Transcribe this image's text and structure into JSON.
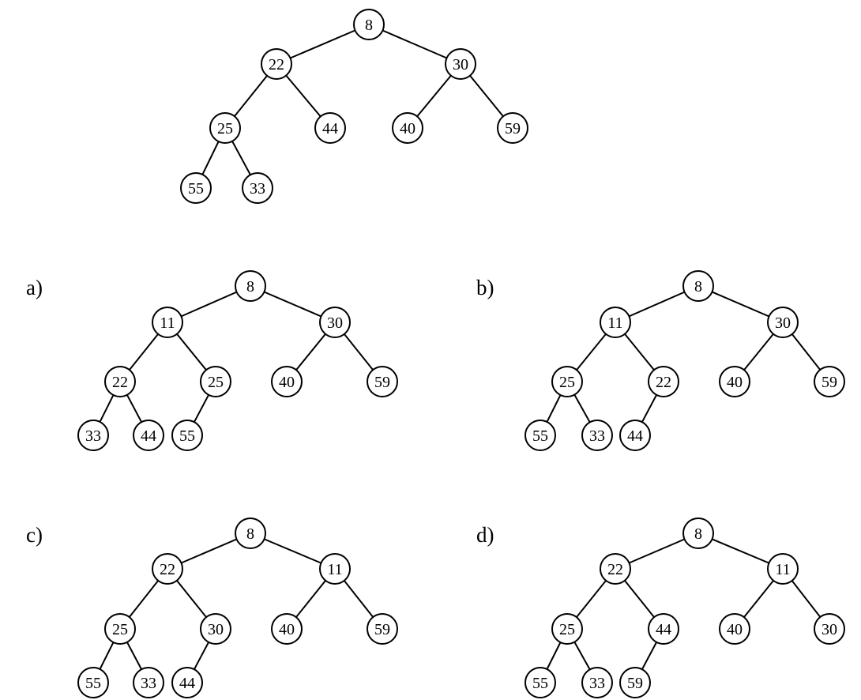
{
  "diagrams": [
    {
      "id": "original",
      "label": "",
      "nodes": [
        {
          "id": "root",
          "value": "8"
        },
        {
          "id": "l",
          "value": "22"
        },
        {
          "id": "r",
          "value": "30"
        },
        {
          "id": "ll",
          "value": "25"
        },
        {
          "id": "lr",
          "value": "44"
        },
        {
          "id": "rl",
          "value": "40"
        },
        {
          "id": "rr",
          "value": "59"
        },
        {
          "id": "lll",
          "value": "55"
        },
        {
          "id": "llr",
          "value": "33"
        }
      ],
      "edges": [
        [
          "root",
          "l"
        ],
        [
          "root",
          "r"
        ],
        [
          "l",
          "ll"
        ],
        [
          "l",
          "lr"
        ],
        [
          "r",
          "rl"
        ],
        [
          "r",
          "rr"
        ],
        [
          "ll",
          "lll"
        ],
        [
          "ll",
          "llr"
        ]
      ]
    },
    {
      "id": "a",
      "label": "a)",
      "nodes": [
        {
          "id": "root",
          "value": "8"
        },
        {
          "id": "l",
          "value": "11"
        },
        {
          "id": "r",
          "value": "30"
        },
        {
          "id": "ll",
          "value": "22"
        },
        {
          "id": "lr",
          "value": "25"
        },
        {
          "id": "rl",
          "value": "40"
        },
        {
          "id": "rr",
          "value": "59"
        },
        {
          "id": "lll",
          "value": "33"
        },
        {
          "id": "llr",
          "value": "44"
        },
        {
          "id": "lrl",
          "value": "55"
        }
      ],
      "edges": [
        [
          "root",
          "l"
        ],
        [
          "root",
          "r"
        ],
        [
          "l",
          "ll"
        ],
        [
          "l",
          "lr"
        ],
        [
          "r",
          "rl"
        ],
        [
          "r",
          "rr"
        ],
        [
          "ll",
          "lll"
        ],
        [
          "ll",
          "llr"
        ],
        [
          "lr",
          "lrl"
        ]
      ]
    },
    {
      "id": "b",
      "label": "b)",
      "nodes": [
        {
          "id": "root",
          "value": "8"
        },
        {
          "id": "l",
          "value": "11"
        },
        {
          "id": "r",
          "value": "30"
        },
        {
          "id": "ll",
          "value": "25"
        },
        {
          "id": "lr",
          "value": "22"
        },
        {
          "id": "rl",
          "value": "40"
        },
        {
          "id": "rr",
          "value": "59"
        },
        {
          "id": "lll",
          "value": "55"
        },
        {
          "id": "llr",
          "value": "33"
        },
        {
          "id": "lrl",
          "value": "44"
        }
      ],
      "edges": [
        [
          "root",
          "l"
        ],
        [
          "root",
          "r"
        ],
        [
          "l",
          "ll"
        ],
        [
          "l",
          "lr"
        ],
        [
          "r",
          "rl"
        ],
        [
          "r",
          "rr"
        ],
        [
          "ll",
          "lll"
        ],
        [
          "ll",
          "llr"
        ],
        [
          "lr",
          "lrl"
        ]
      ]
    },
    {
      "id": "c",
      "label": "c)",
      "nodes": [
        {
          "id": "root",
          "value": "8"
        },
        {
          "id": "l",
          "value": "22"
        },
        {
          "id": "r",
          "value": "11"
        },
        {
          "id": "ll",
          "value": "25"
        },
        {
          "id": "lr",
          "value": "30"
        },
        {
          "id": "rl",
          "value": "40"
        },
        {
          "id": "rr",
          "value": "59"
        },
        {
          "id": "lll",
          "value": "55"
        },
        {
          "id": "llr",
          "value": "33"
        },
        {
          "id": "lrl",
          "value": "44"
        }
      ],
      "edges": [
        [
          "root",
          "l"
        ],
        [
          "root",
          "r"
        ],
        [
          "l",
          "ll"
        ],
        [
          "l",
          "lr"
        ],
        [
          "r",
          "rl"
        ],
        [
          "r",
          "rr"
        ],
        [
          "ll",
          "lll"
        ],
        [
          "ll",
          "llr"
        ],
        [
          "lr",
          "lrl"
        ]
      ]
    },
    {
      "id": "d",
      "label": "d)",
      "nodes": [
        {
          "id": "root",
          "value": "8"
        },
        {
          "id": "l",
          "value": "22"
        },
        {
          "id": "r",
          "value": "11"
        },
        {
          "id": "ll",
          "value": "25"
        },
        {
          "id": "lr",
          "value": "44"
        },
        {
          "id": "rl",
          "value": "40"
        },
        {
          "id": "rr",
          "value": "30"
        },
        {
          "id": "lll",
          "value": "55"
        },
        {
          "id": "llr",
          "value": "33"
        },
        {
          "id": "lrl",
          "value": "59"
        }
      ],
      "edges": [
        [
          "root",
          "l"
        ],
        [
          "root",
          "r"
        ],
        [
          "l",
          "ll"
        ],
        [
          "l",
          "lr"
        ],
        [
          "r",
          "rl"
        ],
        [
          "r",
          "rr"
        ],
        [
          "ll",
          "lll"
        ],
        [
          "ll",
          "llr"
        ],
        [
          "lr",
          "lrl"
        ]
      ]
    }
  ]
}
